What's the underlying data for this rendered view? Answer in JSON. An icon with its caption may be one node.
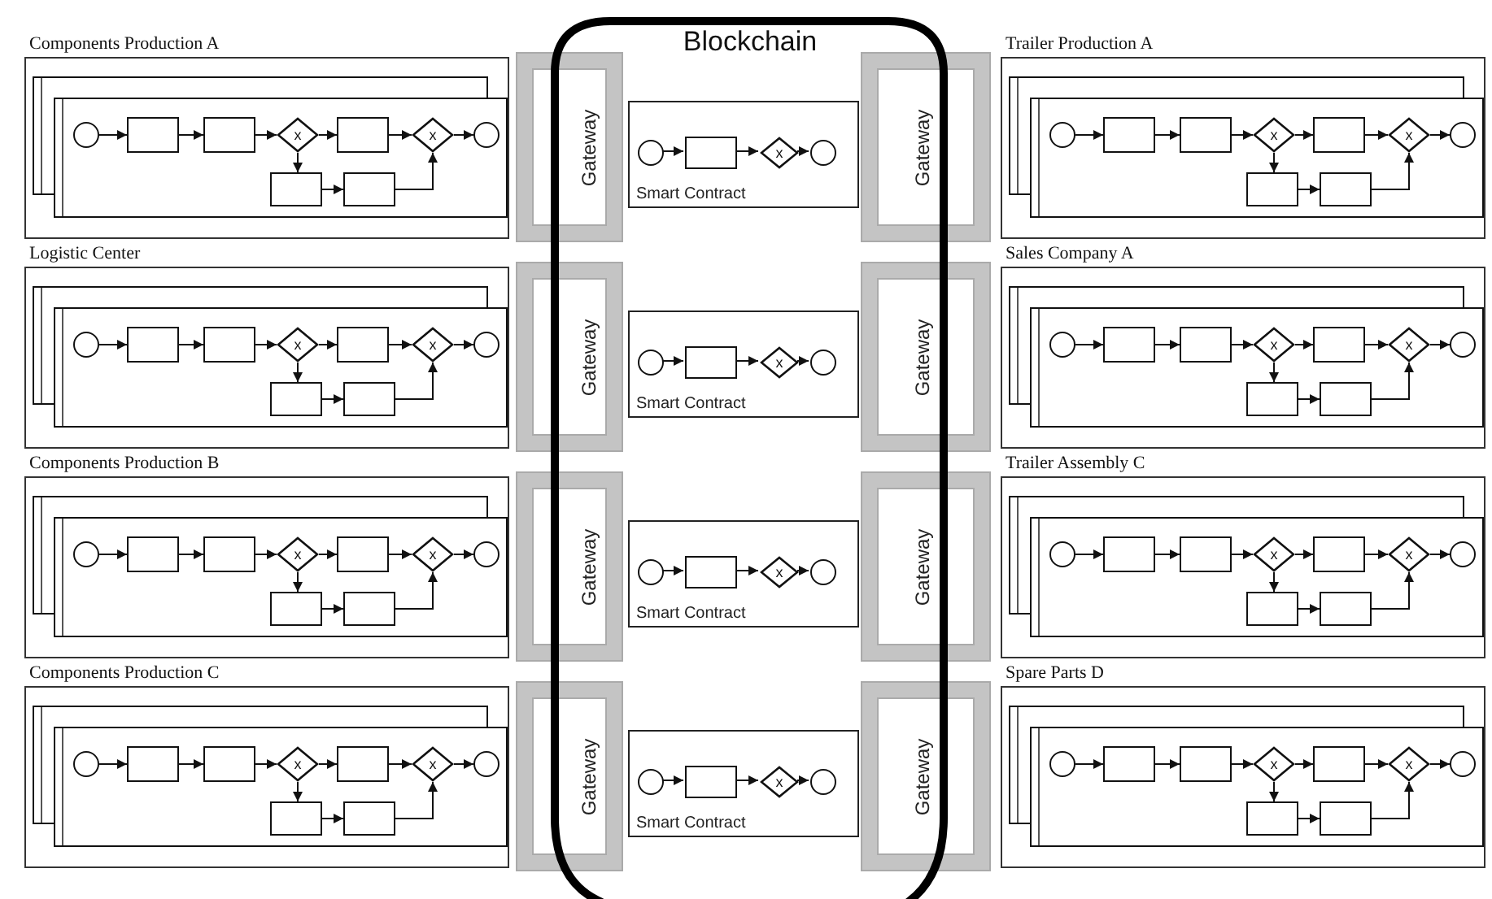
{
  "diagram": {
    "nodes": [
      {
        "text": [
          "Blockchain"
        ]
      },
      {
        "text": [
          "Components Production A"
        ]
      },
      {
        "text": [],
        "shape": "circle",
        "in": 1
      },
      {
        "text": [],
        "shape": "box",
        "in": 1
      },
      {
        "text": [],
        "shape": "box",
        "in": 1
      },
      {
        "text": [
          "x"
        ],
        "in": 1
      },
      {
        "text": [],
        "shape": "box",
        "in": 1
      },
      {
        "text": [
          "x"
        ],
        "in": 1
      },
      {
        "text": [],
        "shape": "circle",
        "in": 1
      },
      {
        "text": [],
        "shape": "box",
        "in": 1
      },
      {
        "text": [],
        "shape": "box",
        "in": 1
      },
      {
        "text": [
          "Gateway"
        ]
      },
      {
        "text": [
          "Smart Contract"
        ],
        "in": 0
      },
      {
        "text": [],
        "shape": "circle",
        "in": 12
      },
      {
        "text": [],
        "shape": "box",
        "in": 12
      },
      {
        "text": [
          "x"
        ],
        "in": 12
      },
      {
        "text": [],
        "shape": "circle",
        "in": 12
      },
      {
        "text": [
          "Gateway"
        ]
      },
      {
        "text": [
          "Trailer Production A"
        ]
      },
      {
        "text": [],
        "shape": "circle",
        "in": 18
      },
      {
        "text": [],
        "shape": "box",
        "in": 18
      },
      {
        "text": [],
        "shape": "box",
        "in": 18
      },
      {
        "text": [
          "x"
        ],
        "in": 18
      },
      {
        "text": [],
        "shape": "box",
        "in": 18
      },
      {
        "text": [
          "x"
        ],
        "in": 18
      },
      {
        "text": [],
        "shape": "circle",
        "in": 18
      },
      {
        "text": [],
        "shape": "box",
        "in": 18
      },
      {
        "text": [],
        "shape": "box",
        "in": 18
      },
      {
        "text": [
          "Logistic Center"
        ]
      },
      {
        "text": [],
        "shape": "circle",
        "in": 28
      },
      {
        "text": [],
        "shape": "box",
        "in": 28
      },
      {
        "text": [],
        "shape": "box",
        "in": 28
      },
      {
        "text": [
          "x"
        ],
        "in": 28
      },
      {
        "text": [],
        "shape": "box",
        "in": 28
      },
      {
        "text": [
          "x"
        ],
        "in": 28
      },
      {
        "text": [],
        "shape": "circle",
        "in": 28
      },
      {
        "text": [],
        "shape": "box",
        "in": 28
      },
      {
        "text": [],
        "shape": "box",
        "in": 28
      },
      {
        "text": [
          "Gateway"
        ]
      },
      {
        "text": [
          "Smart Contract"
        ],
        "in": 0
      },
      {
        "text": [],
        "shape": "circle",
        "in": 39
      },
      {
        "text": [],
        "shape": "box",
        "in": 39
      },
      {
        "text": [
          "x"
        ],
        "in": 39
      },
      {
        "text": [],
        "shape": "circle",
        "in": 39
      },
      {
        "text": [
          "Gateway"
        ]
      },
      {
        "text": [
          "Sales Company A"
        ]
      },
      {
        "text": [],
        "shape": "circle",
        "in": 45
      },
      {
        "text": [],
        "shape": "box",
        "in": 45
      },
      {
        "text": [],
        "shape": "box",
        "in": 45
      },
      {
        "text": [
          "x"
        ],
        "in": 45
      },
      {
        "text": [],
        "shape": "box",
        "in": 45
      },
      {
        "text": [
          "x"
        ],
        "in": 45
      },
      {
        "text": [],
        "shape": "circle",
        "in": 45
      },
      {
        "text": [],
        "shape": "box",
        "in": 45
      },
      {
        "text": [],
        "shape": "box",
        "in": 45
      },
      {
        "text": [
          "Components Production B"
        ]
      },
      {
        "text": [],
        "shape": "circle",
        "in": 55
      },
      {
        "text": [],
        "shape": "box",
        "in": 55
      },
      {
        "text": [],
        "shape": "box",
        "in": 55
      },
      {
        "text": [
          "x"
        ],
        "in": 55
      },
      {
        "text": [],
        "shape": "box",
        "in": 55
      },
      {
        "text": [
          "x"
        ],
        "in": 55
      },
      {
        "text": [],
        "shape": "circle",
        "in": 55
      },
      {
        "text": [],
        "shape": "box",
        "in": 55
      },
      {
        "text": [],
        "shape": "box",
        "in": 55
      },
      {
        "text": [
          "Gateway"
        ]
      },
      {
        "text": [
          "Smart Contract"
        ],
        "in": 0
      },
      {
        "text": [],
        "shape": "circle",
        "in": 66
      },
      {
        "text": [],
        "shape": "box",
        "in": 66
      },
      {
        "text": [
          "x"
        ],
        "in": 66
      },
      {
        "text": [],
        "shape": "circle",
        "in": 66
      },
      {
        "text": [
          "Gateway"
        ]
      },
      {
        "text": [
          "Trailer Assembly C"
        ]
      },
      {
        "text": [],
        "shape": "circle",
        "in": 72
      },
      {
        "text": [],
        "shape": "box",
        "in": 72
      },
      {
        "text": [],
        "shape": "box",
        "in": 72
      },
      {
        "text": [
          "x"
        ],
        "in": 72
      },
      {
        "text": [],
        "shape": "box",
        "in": 72
      },
      {
        "text": [
          "x"
        ],
        "in": 72
      },
      {
        "text": [],
        "shape": "circle",
        "in": 72
      },
      {
        "text": [],
        "shape": "box",
        "in": 72
      },
      {
        "text": [],
        "shape": "box",
        "in": 72
      },
      {
        "text": [
          "Components Production C"
        ]
      },
      {
        "text": [],
        "shape": "circle",
        "in": 82
      },
      {
        "text": [],
        "shape": "box",
        "in": 82
      },
      {
        "text": [],
        "shape": "box",
        "in": 82
      },
      {
        "text": [
          "x"
        ],
        "in": 82
      },
      {
        "text": [],
        "shape": "box",
        "in": 82
      },
      {
        "text": [
          "x"
        ],
        "in": 82
      },
      {
        "text": [],
        "shape": "circle",
        "in": 82
      },
      {
        "text": [],
        "shape": "box",
        "in": 82
      },
      {
        "text": [],
        "shape": "box",
        "in": 82
      },
      {
        "text": [
          "Gateway"
        ]
      },
      {
        "text": [
          "Smart Contract"
        ],
        "in": 0
      },
      {
        "text": [],
        "shape": "circle",
        "in": 93
      },
      {
        "text": [],
        "shape": "box",
        "in": 93
      },
      {
        "text": [
          "x"
        ],
        "in": 93
      },
      {
        "text": [],
        "shape": "circle",
        "in": 93
      },
      {
        "text": [
          "Gateway"
        ]
      },
      {
        "text": [
          "Spare Parts D"
        ]
      },
      {
        "text": [],
        "shape": "circle",
        "in": 99
      },
      {
        "text": [],
        "shape": "box",
        "in": 99
      },
      {
        "text": [],
        "shape": "box",
        "in": 99
      },
      {
        "text": [
          "x"
        ],
        "in": 99
      },
      {
        "text": [],
        "shape": "box",
        "in": 99
      },
      {
        "text": [
          "x"
        ],
        "in": 99
      },
      {
        "text": [],
        "shape": "circle",
        "in": 99
      },
      {
        "text": [],
        "shape": "box",
        "in": 99
      },
      {
        "text": [],
        "shape": "box",
        "in": 99
      }
    ],
    "edges": [
      {
        "from": 2,
        "to": 3,
        "arrow": "to"
      },
      {
        "from": 3,
        "to": 4,
        "arrow": "to"
      },
      {
        "from": 4,
        "to": 5,
        "arrow": "to"
      },
      {
        "from": 5,
        "to": 6,
        "arrow": "to"
      },
      {
        "from": 6,
        "to": 7,
        "arrow": "to"
      },
      {
        "from": 7,
        "to": 8,
        "arrow": "to"
      },
      {
        "from": 5,
        "to": 9,
        "arrow": "to"
      },
      {
        "from": 9,
        "to": 10,
        "arrow": "to"
      },
      {
        "from": 10,
        "to": 7,
        "arrow": "to"
      },
      {
        "from": 13,
        "to": 14,
        "arrow": "to"
      },
      {
        "from": 14,
        "to": 15,
        "arrow": "to"
      },
      {
        "from": 15,
        "to": 16,
        "arrow": "to"
      },
      {
        "from": 19,
        "to": 20,
        "arrow": "to"
      },
      {
        "from": 20,
        "to": 21,
        "arrow": "to"
      },
      {
        "from": 21,
        "to": 22,
        "arrow": "to"
      },
      {
        "from": 22,
        "to": 23,
        "arrow": "to"
      },
      {
        "from": 23,
        "to": 24,
        "arrow": "to"
      },
      {
        "from": 24,
        "to": 25,
        "arrow": "to"
      },
      {
        "from": 22,
        "to": 26,
        "arrow": "to"
      },
      {
        "from": 26,
        "to": 27,
        "arrow": "to"
      },
      {
        "from": 27,
        "to": 24,
        "arrow": "to"
      },
      {
        "from": 29,
        "to": 30,
        "arrow": "to"
      },
      {
        "from": 30,
        "to": 31,
        "arrow": "to"
      },
      {
        "from": 31,
        "to": 32,
        "arrow": "to"
      },
      {
        "from": 32,
        "to": 33,
        "arrow": "to"
      },
      {
        "from": 33,
        "to": 34,
        "arrow": "to"
      },
      {
        "from": 34,
        "to": 35,
        "arrow": "to"
      },
      {
        "from": 32,
        "to": 36,
        "arrow": "to"
      },
      {
        "from": 36,
        "to": 37,
        "arrow": "to"
      },
      {
        "from": 37,
        "to": 34,
        "arrow": "to"
      },
      {
        "from": 40,
        "to": 41,
        "arrow": "to"
      },
      {
        "from": 41,
        "to": 42,
        "arrow": "to"
      },
      {
        "from": 42,
        "to": 43,
        "arrow": "to"
      },
      {
        "from": 46,
        "to": 47,
        "arrow": "to"
      },
      {
        "from": 47,
        "to": 48,
        "arrow": "to"
      },
      {
        "from": 48,
        "to": 49,
        "arrow": "to"
      },
      {
        "from": 49,
        "to": 50,
        "arrow": "to"
      },
      {
        "from": 50,
        "to": 51,
        "arrow": "to"
      },
      {
        "from": 51,
        "to": 52,
        "arrow": "to"
      },
      {
        "from": 49,
        "to": 53,
        "arrow": "to"
      },
      {
        "from": 53,
        "to": 54,
        "arrow": "to"
      },
      {
        "from": 54,
        "to": 51,
        "arrow": "to"
      },
      {
        "from": 56,
        "to": 57,
        "arrow": "to"
      },
      {
        "from": 57,
        "to": 58,
        "arrow": "to"
      },
      {
        "from": 58,
        "to": 59,
        "arrow": "to"
      },
      {
        "from": 59,
        "to": 60,
        "arrow": "to"
      },
      {
        "from": 60,
        "to": 61,
        "arrow": "to"
      },
      {
        "from": 61,
        "to": 62,
        "arrow": "to"
      },
      {
        "from": 59,
        "to": 63,
        "arrow": "to"
      },
      {
        "from": 63,
        "to": 64,
        "arrow": "to"
      },
      {
        "from": 64,
        "to": 61,
        "arrow": "to"
      },
      {
        "from": 67,
        "to": 68,
        "arrow": "to"
      },
      {
        "from": 68,
        "to": 69,
        "arrow": "to"
      },
      {
        "from": 69,
        "to": 70,
        "arrow": "to"
      },
      {
        "from": 73,
        "to": 74,
        "arrow": "to"
      },
      {
        "from": 74,
        "to": 75,
        "arrow": "to"
      },
      {
        "from": 75,
        "to": 76,
        "arrow": "to"
      },
      {
        "from": 76,
        "to": 77,
        "arrow": "to"
      },
      {
        "from": 77,
        "to": 78,
        "arrow": "to"
      },
      {
        "from": 78,
        "to": 79,
        "arrow": "to"
      },
      {
        "from": 76,
        "to": 80,
        "arrow": "to"
      },
      {
        "from": 80,
        "to": 81,
        "arrow": "to"
      },
      {
        "from": 81,
        "to": 78,
        "arrow": "to"
      },
      {
        "from": 83,
        "to": 84,
        "arrow": "to"
      },
      {
        "from": 84,
        "to": 85,
        "arrow": "to"
      },
      {
        "from": 85,
        "to": 86,
        "arrow": "to"
      },
      {
        "from": 86,
        "to": 87,
        "arrow": "to"
      },
      {
        "from": 87,
        "to": 88,
        "arrow": "to"
      },
      {
        "from": 88,
        "to": 89,
        "arrow": "to"
      },
      {
        "from": 86,
        "to": 90,
        "arrow": "to"
      },
      {
        "from": 90,
        "to": 91,
        "arrow": "to"
      },
      {
        "from": 91,
        "to": 88,
        "arrow": "to"
      },
      {
        "from": 94,
        "to": 95,
        "arrow": "to"
      },
      {
        "from": 95,
        "to": 96,
        "arrow": "to"
      },
      {
        "from": 96,
        "to": 97,
        "arrow": "to"
      },
      {
        "from": 100,
        "to": 101,
        "arrow": "to"
      },
      {
        "from": 101,
        "to": 102,
        "arrow": "to"
      },
      {
        "from": 102,
        "to": 103,
        "arrow": "to"
      },
      {
        "from": 103,
        "to": 104,
        "arrow": "to"
      },
      {
        "from": 104,
        "to": 105,
        "arrow": "to"
      },
      {
        "from": 105,
        "to": 106,
        "arrow": "to"
      },
      {
        "from": 103,
        "to": 107,
        "arrow": "to"
      },
      {
        "from": 107,
        "to": 108,
        "arrow": "to"
      },
      {
        "from": 108,
        "to": 105,
        "arrow": "to"
      }
    ]
  }
}
